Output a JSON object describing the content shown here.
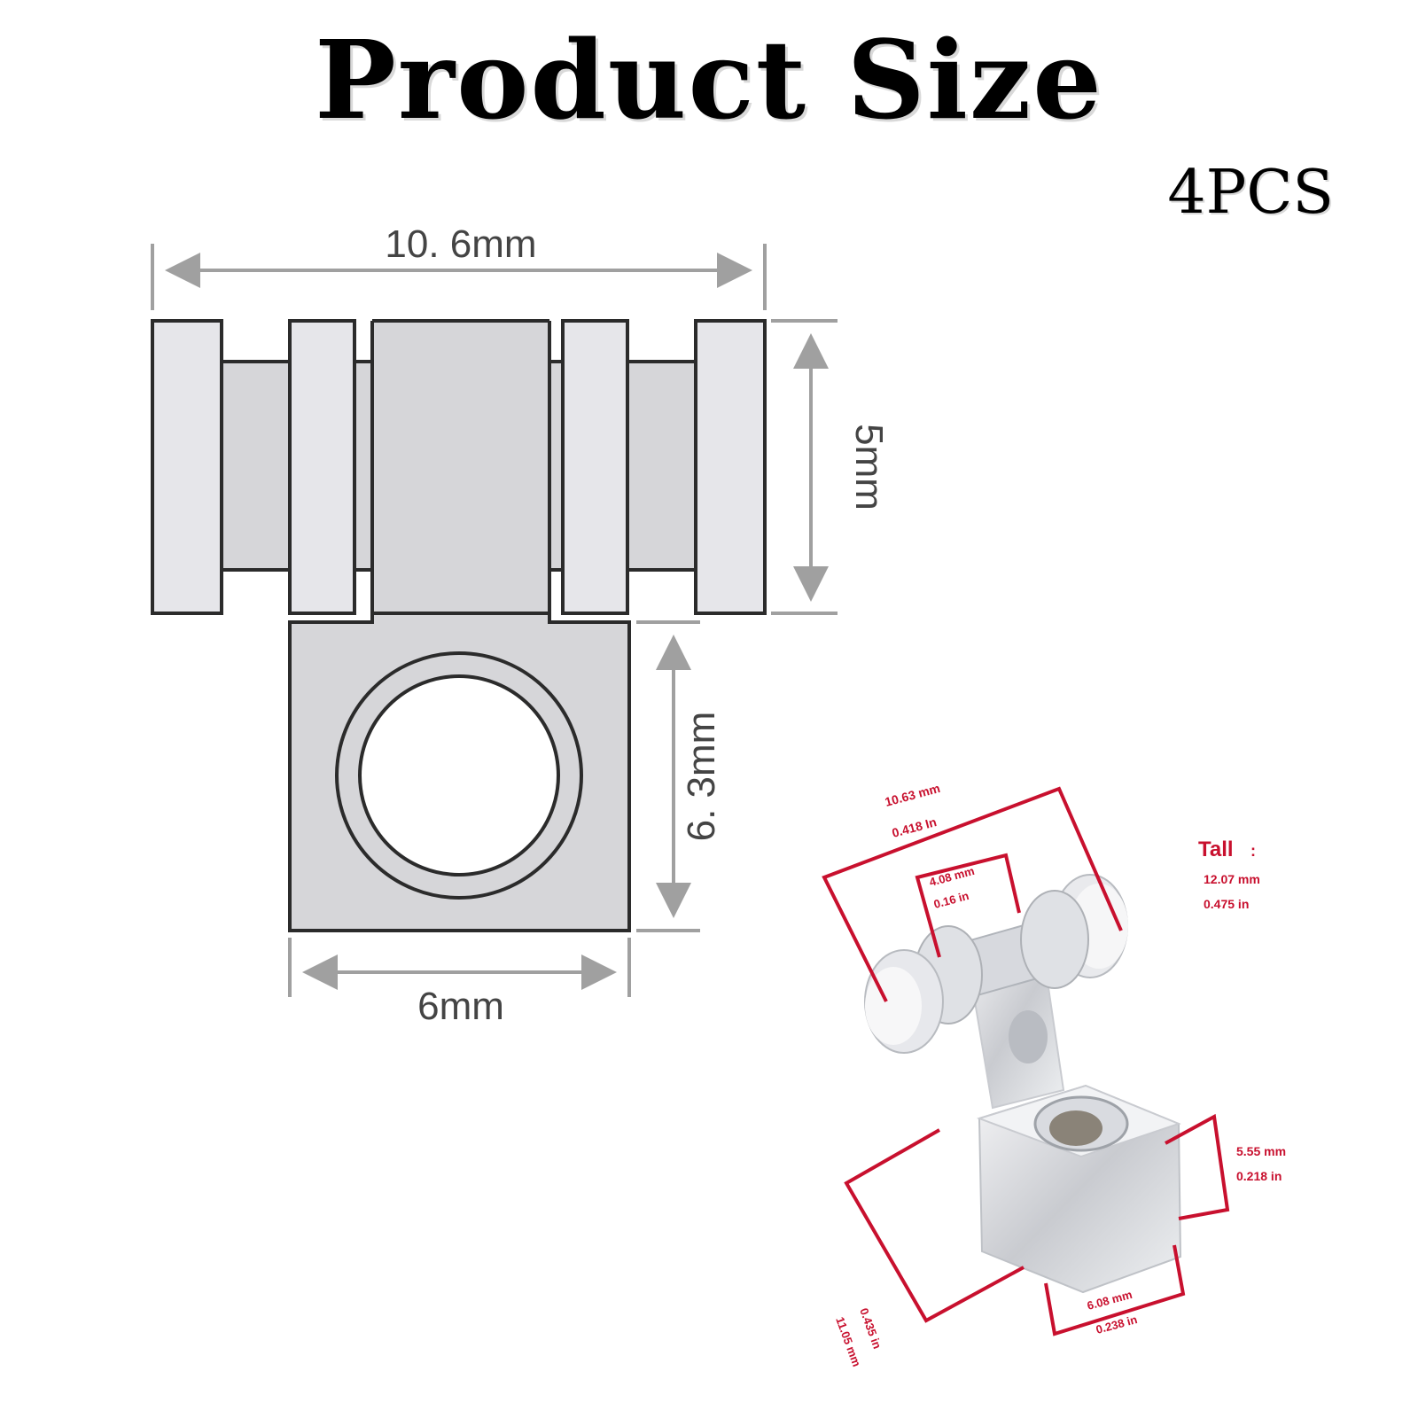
{
  "header": {
    "title": "Product Size",
    "quantity": "4PCS"
  },
  "drawing": {
    "width_label": "10. 6mm",
    "height_top_label": "5mm",
    "height_bottom_label": "6. 3mm",
    "base_width_label": "6mm"
  },
  "photo": {
    "len_mm": "10.63 mm",
    "len_in": "0.418 In",
    "mid_mm": "4.08 mm",
    "mid_in": "0.16 in",
    "tall_label": "Tall",
    "tall_mm": "12.07 mm",
    "tall_in": "0.475 in",
    "side_mm": "5.55 mm",
    "side_in": "0.218 in",
    "base_mm": "6.08 mm",
    "base_in": "0.238 in",
    "depth_mm": "11.05 mm",
    "depth_in": "0.435 in"
  },
  "colors": {
    "drawing_fill": "#d6d6d9",
    "wheel_fill": "#e6e6ea",
    "dim_line": "#a0a0a0",
    "red": "#c8102e"
  }
}
